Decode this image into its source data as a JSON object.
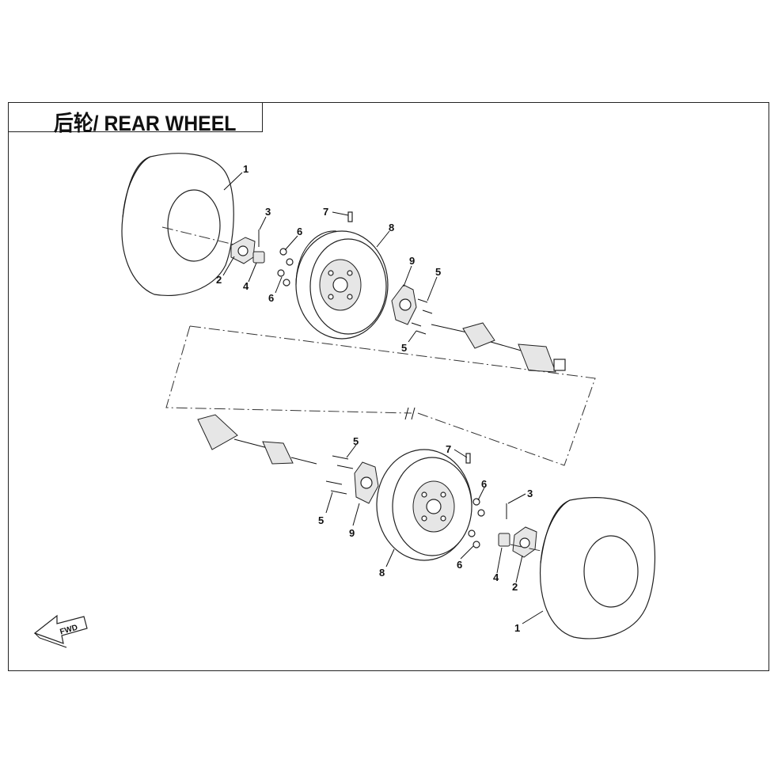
{
  "title": "后轮/ REAR WHEEL",
  "fwd_label": "FWD",
  "callouts": {
    "tire": "1",
    "hub_cap": "2",
    "cotter_pin": "3",
    "castle_nut": "4",
    "bolt": "5",
    "wheel_nut": "6",
    "valve": "7",
    "rim": "8",
    "hub": "9"
  }
}
